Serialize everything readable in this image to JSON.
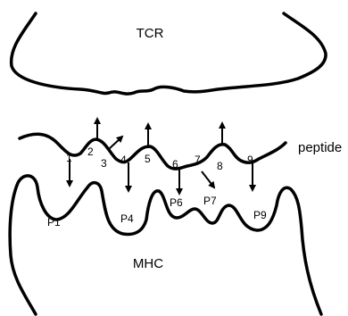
{
  "diagram": {
    "tcr_label": "TCR",
    "mhc_label": "MHC",
    "peptide_label": "peptide",
    "residues": [
      "1",
      "2",
      "3",
      "4",
      "5",
      "6",
      "7",
      "8",
      "9"
    ],
    "pockets": [
      "P1",
      "P4",
      "P6",
      "P7",
      "P9"
    ]
  }
}
